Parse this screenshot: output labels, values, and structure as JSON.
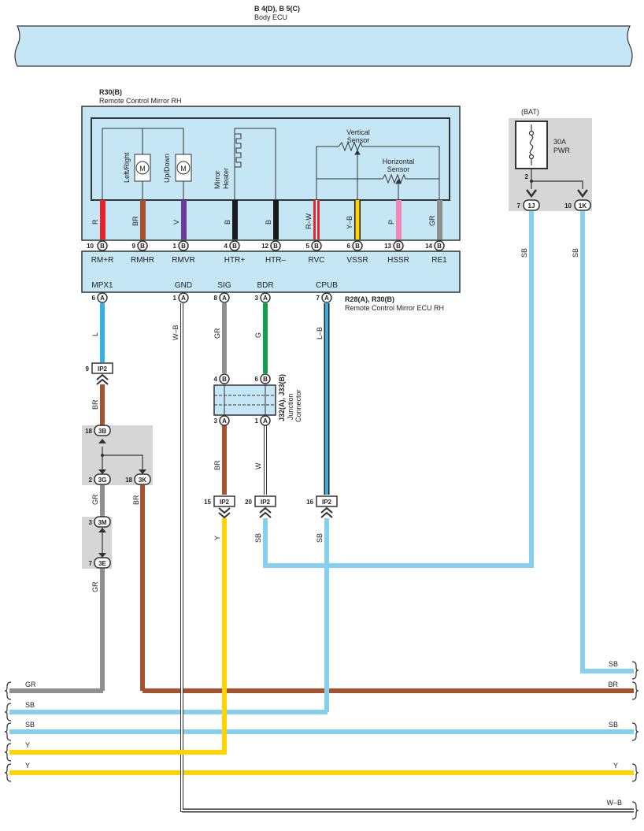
{
  "body_ecu": {
    "code": "B 4(D), B 5(C)",
    "name": "Body ECU"
  },
  "mirror_upper": {
    "code": "R30(B)",
    "name": "Remote Control Mirror RH"
  },
  "mirror_lower": {
    "code": "R28(A), R30(B)",
    "name": "Remote Control Mirror ECU RH"
  },
  "components": {
    "motor_lr": "Left/Right",
    "motor_ud": "Up/Down",
    "motor_symbol": "M",
    "heater": [
      "Mirror",
      "Heater"
    ],
    "vertical_sensor": [
      "Vertical",
      "Sensor"
    ],
    "horizontal_sensor": [
      "Horizontal",
      "Sensor"
    ]
  },
  "upper_wire_colors": [
    "R",
    "BR",
    "V",
    "B",
    "B",
    "R–W",
    "Y–B",
    "P",
    "GR"
  ],
  "upper_pins": [
    {
      "num": "10",
      "conn": "B",
      "term": "RM+R"
    },
    {
      "num": "9",
      "conn": "B",
      "term": "RMHR"
    },
    {
      "num": "1",
      "conn": "B",
      "term": "RMVR"
    },
    {
      "num": "4",
      "conn": "B",
      "term": "HTR+"
    },
    {
      "num": "12",
      "conn": "B",
      "term": "HTR–"
    },
    {
      "num": "5",
      "conn": "B",
      "term": "RVC"
    },
    {
      "num": "6",
      "conn": "B",
      "term": "VSSR"
    },
    {
      "num": "13",
      "conn": "B",
      "term": "HSSR"
    },
    {
      "num": "14",
      "conn": "B",
      "term": "RE1"
    }
  ],
  "lower_terms": [
    "MPX1",
    "GND",
    "SIG",
    "BDR",
    "CPUB"
  ],
  "lower_pins": [
    {
      "num": "6",
      "conn": "A"
    },
    {
      "num": "1",
      "conn": "A"
    },
    {
      "num": "8",
      "conn": "A"
    },
    {
      "num": "3",
      "conn": "A"
    },
    {
      "num": "7",
      "conn": "A"
    }
  ],
  "wire_labels": {
    "mpx1": "L",
    "gnd": "W–B",
    "sig": "GR",
    "bdr": "G",
    "cpub": "L–B",
    "ip2_9_below": "BR",
    "j3g_below": "GR",
    "j3k_below": "BR",
    "j3e_below": "GR",
    "jc_a3_below": "BR",
    "jc_a1_below": "W",
    "ip2_15_below": "Y",
    "ip2_20_below": "SB",
    "ip2_16_below": "SB",
    "fuse_1j": "SB",
    "fuse_1k": "SB"
  },
  "junction_connector": {
    "code": "J32(A), J33(B)",
    "name": [
      "Junction",
      "Connector"
    ],
    "top_pins": [
      {
        "num": "4",
        "conn": "B"
      },
      {
        "num": "6",
        "conn": "B"
      }
    ],
    "bottom_pins": [
      {
        "num": "3",
        "conn": "A"
      },
      {
        "num": "1",
        "conn": "A"
      }
    ]
  },
  "ip2_connectors": [
    {
      "num": "9",
      "label": "IP2"
    },
    {
      "num": "15",
      "label": "IP2"
    },
    {
      "num": "20",
      "label": "IP2"
    },
    {
      "num": "16",
      "label": "IP2"
    }
  ],
  "junction_blocks": [
    {
      "num": "18",
      "id": "3B"
    },
    {
      "num": "2",
      "id": "3G"
    },
    {
      "num": "18",
      "id": "3K"
    },
    {
      "num": "3",
      "id": "3M"
    },
    {
      "num": "7",
      "id": "3E"
    }
  ],
  "fuse": {
    "source": "(BAT)",
    "rating": "30A",
    "name": "PWR",
    "node": "2",
    "outputs": [
      {
        "num": "7",
        "id": "1J"
      },
      {
        "num": "10",
        "id": "1K"
      }
    ]
  },
  "bus_lines": [
    {
      "left": "GR",
      "right": ""
    },
    {
      "left": "",
      "right": "BR"
    },
    {
      "left": "SB",
      "right": ""
    },
    {
      "left": "SB",
      "right": "SB"
    },
    {
      "left": "Y",
      "right": ""
    },
    {
      "left": "Y",
      "right": "Y"
    },
    {
      "left": "",
      "right": "W–B"
    }
  ],
  "top_right_label": "SB",
  "colors": {
    "panel": "#c5e6f5",
    "gray_block": "#d6d6d6",
    "red": "#e8232b",
    "brown": "#a6522f",
    "violet": "#6b3a9c",
    "black": "#1a1a1a",
    "yellow": "#ffd400",
    "pink": "#ef86b7",
    "gray": "#8f8f8f",
    "blue": "#32b1ea",
    "green": "#10a04a",
    "sky": "#86cff0"
  }
}
